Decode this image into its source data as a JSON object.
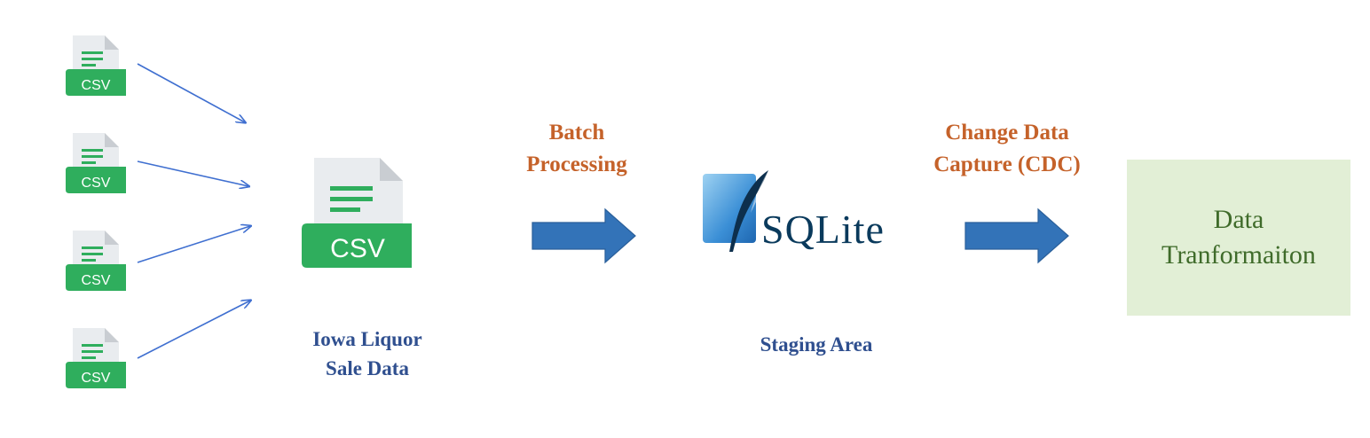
{
  "sources": {
    "icon_label": "CSV",
    "count": 4
  },
  "dataset": {
    "icon_label": "CSV",
    "label_line1": "Iowa Liquor",
    "label_line2": "Sale Data"
  },
  "batch": {
    "label_line1": "Batch",
    "label_line2": "Processing"
  },
  "staging": {
    "logo_text": "SQLite",
    "label": "Staging Area"
  },
  "cdc": {
    "label_line1": "Change Data",
    "label_line2": "Capture (CDC)"
  },
  "transform": {
    "line1": "Data",
    "line2": "Tranformaiton"
  },
  "colors": {
    "csv_green": "#2fae5d",
    "csv_page": "#e9ecef",
    "arrow_blue": "#3f6fd0",
    "block_arrow": "#3373b8",
    "label_blue": "#2f4f8f",
    "label_orange": "#c5622a",
    "transform_fill": "#e2efd6",
    "transform_text": "#3f6b2a"
  }
}
